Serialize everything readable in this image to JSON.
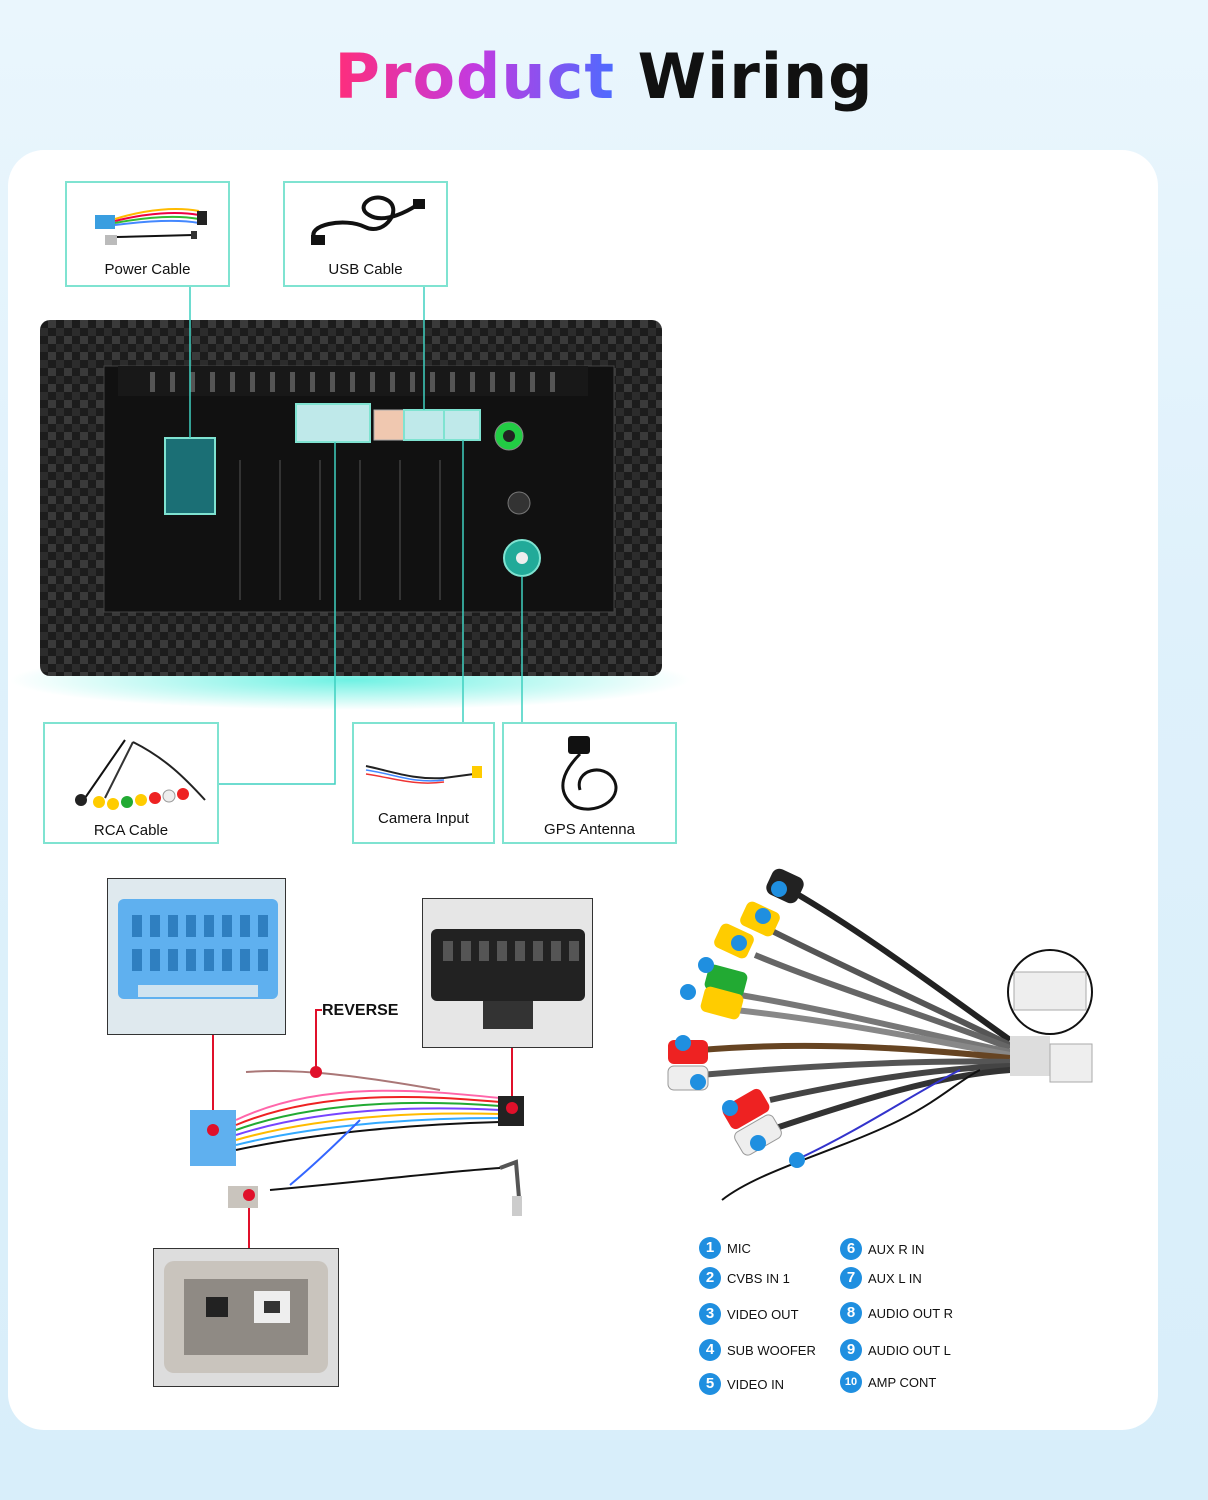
{
  "title": {
    "part1": "Product",
    "part2": "Wiring"
  },
  "accessories": {
    "power_cable": "Power Cable",
    "usb_cable": "USB Cable",
    "rca_cable": "RCA Cable",
    "camera_input": "Camera Input",
    "gps_antenna": "GPS Antenna"
  },
  "reverse_label": "REVERSE",
  "rca_legend": [
    {
      "num": "1",
      "label": "MIC"
    },
    {
      "num": "2",
      "label": "CVBS IN 1"
    },
    {
      "num": "3",
      "label": "VIDEO OUT"
    },
    {
      "num": "4",
      "label": "SUB WOOFER"
    },
    {
      "num": "5",
      "label": "VIDEO IN"
    },
    {
      "num": "6",
      "label": "AUX R IN"
    },
    {
      "num": "7",
      "label": "AUX L IN"
    },
    {
      "num": "8",
      "label": "AUDIO OUT R"
    },
    {
      "num": "9",
      "label": "AUDIO OUT L"
    },
    {
      "num": "10",
      "label": "AMP CONT"
    }
  ],
  "colors": {
    "accent_teal": "#7fe3d1",
    "legend_blue": "#1f8fe0",
    "pin_red": "#e0102a"
  }
}
